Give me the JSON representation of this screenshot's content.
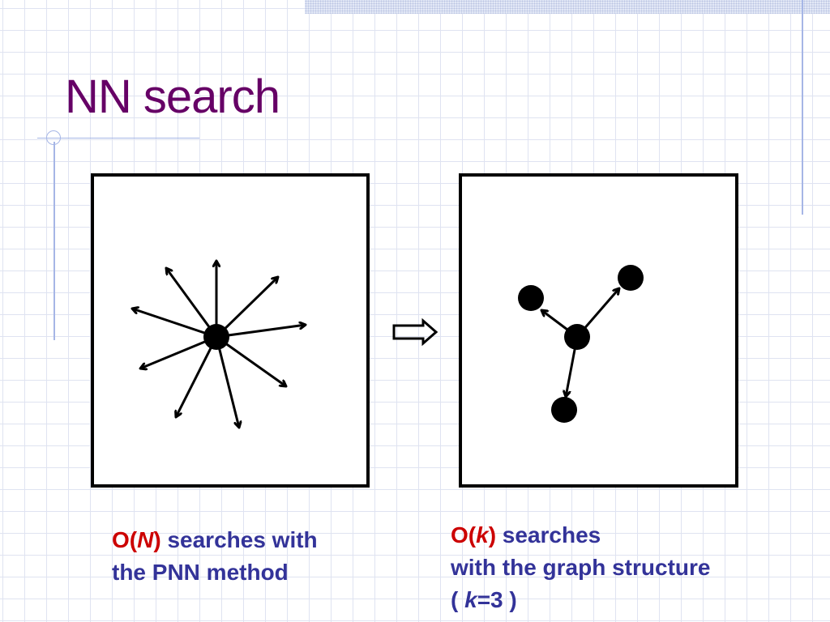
{
  "slide": {
    "title": "NN search"
  },
  "captions": {
    "left": {
      "complexity_prefix": "O(",
      "complexity_var": "N",
      "complexity_suffix": ")",
      "line1_rest": " searches with",
      "line2": "the PNN method"
    },
    "right": {
      "complexity_prefix": "O(",
      "complexity_var": "k",
      "complexity_suffix": ")",
      "line1_rest": " searches",
      "line2": "with the graph structure",
      "line3_open": "( ",
      "line3_var": "k",
      "line3_rest": "=3 )"
    }
  },
  "colors": {
    "title": "#660066",
    "caption": "#333399",
    "complexity": "#cc0000"
  },
  "icons": {
    "transition": "outline-right-arrow"
  }
}
